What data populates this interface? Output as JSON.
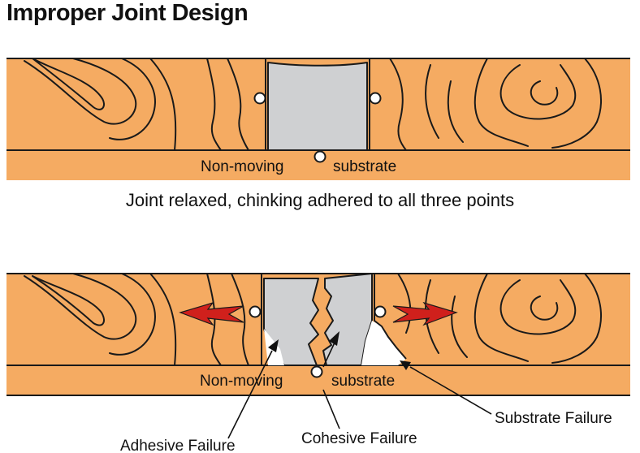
{
  "title": "Improper Joint Design",
  "top_panel": {
    "substrate_left": "Non-moving",
    "substrate_right": "substrate",
    "caption": "Joint relaxed, chinking adhered to all three points"
  },
  "bottom_panel": {
    "substrate_left": "Non-moving",
    "substrate_right": "substrate",
    "labels": {
      "adhesive": "Adhesive Failure",
      "cohesive": "Cohesive Failure",
      "substrate": "Substrate Failure"
    }
  },
  "colors": {
    "wood": "#f5ab62",
    "chinking": "#cfd0d2",
    "arrow": "#d0201c"
  }
}
